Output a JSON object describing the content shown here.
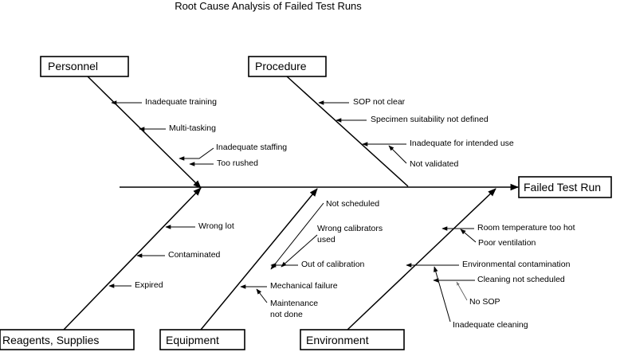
{
  "title": "Root Cause Analysis of Failed Test Runs",
  "effect": "Failed Test Run",
  "categories": {
    "personnel": {
      "label": "Personnel",
      "causes": [
        "Inadequate training",
        "Multi-tasking",
        "Inadequate staffing",
        "Too rushed"
      ]
    },
    "procedure": {
      "label": "Procedure",
      "causes": [
        "SOP not clear",
        "Specimen suitability not defined",
        "Inadequate for intended use",
        "Not validated"
      ]
    },
    "reagents": {
      "label": "Reagents, Supplies",
      "causes": [
        "Wrong lot",
        "Contaminated",
        "Expired"
      ]
    },
    "equipment": {
      "label": "Equipment",
      "causes": [
        "Not scheduled",
        "Wrong calibrators",
        "used",
        "Out of calibration",
        "Mechanical failure",
        "Maintenance",
        "not done"
      ]
    },
    "environment": {
      "label": "Environment",
      "causes": [
        "Room temperature too hot",
        "Poor ventilation",
        "Environmental contamination",
        "Cleaning not scheduled",
        "No SOP",
        "Inadequate cleaning"
      ]
    }
  }
}
